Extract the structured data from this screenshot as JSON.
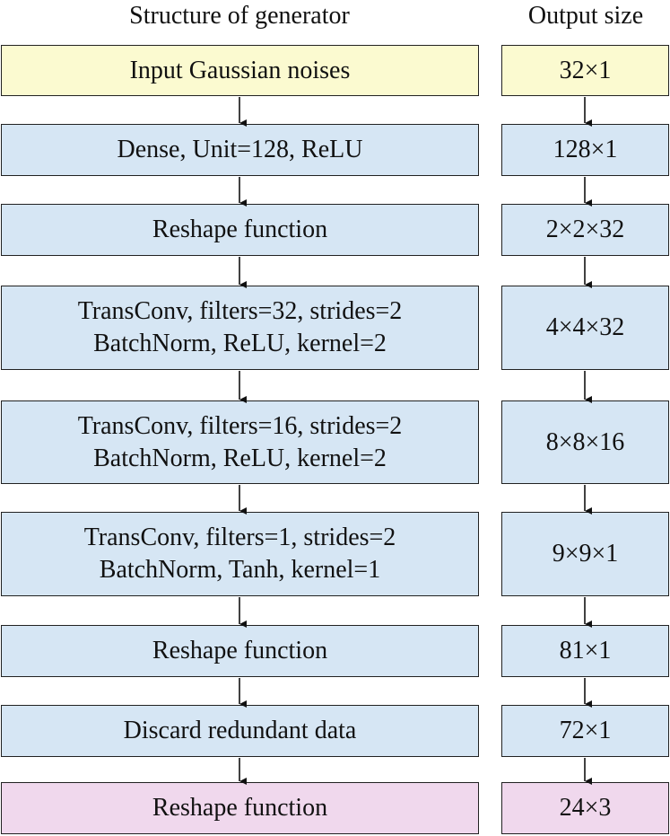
{
  "headers": {
    "structure": "Structure of generator",
    "output": "Output size"
  },
  "colors": {
    "input": "#fbfad0",
    "hidden": "#d6e6f4",
    "output": "#f0d8ed",
    "border": "#222222"
  },
  "layers": [
    {
      "lines": [
        "Input Gaussian noises"
      ],
      "size": "32×1",
      "kind": "input"
    },
    {
      "lines": [
        "Dense, Unit=128, ReLU"
      ],
      "size": "128×1",
      "kind": "hidden"
    },
    {
      "lines": [
        "Reshape function"
      ],
      "size": "2×2×32",
      "kind": "hidden"
    },
    {
      "lines": [
        "TransConv, filters=32, strides=2",
        "BatchNorm, ReLU, kernel=2"
      ],
      "size": "4×4×32",
      "kind": "hidden"
    },
    {
      "lines": [
        "TransConv, filters=16, strides=2",
        "BatchNorm, ReLU, kernel=2"
      ],
      "size": "8×8×16",
      "kind": "hidden"
    },
    {
      "lines": [
        "TransConv, filters=1, strides=2",
        "BatchNorm, Tanh, kernel=1"
      ],
      "size": "9×9×1",
      "kind": "hidden"
    },
    {
      "lines": [
        "Reshape function"
      ],
      "size": "81×1",
      "kind": "hidden"
    },
    {
      "lines": [
        "Discard redundant data"
      ],
      "size": "72×1",
      "kind": "hidden"
    },
    {
      "lines": [
        "Reshape function"
      ],
      "size": "24×3",
      "kind": "output"
    }
  ]
}
